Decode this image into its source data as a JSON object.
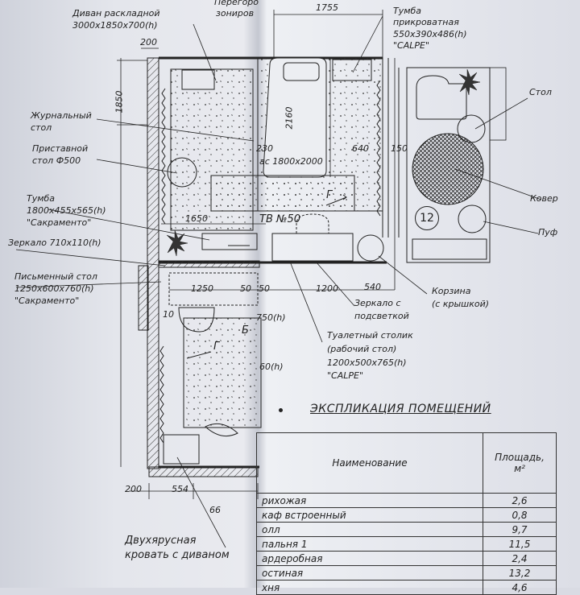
{
  "labels": {
    "sofa": "Диван раскладной",
    "sofa_size": "3000x1850x700(h)",
    "partition": "Перегоро",
    "partition2": "зониров",
    "nightstand": "Тумба",
    "nightstand2": "прикроватная",
    "nightstand_size": "550x390x486(h)",
    "nightstand_brand": "\"CALPE\"",
    "coffee_table": "Журнальный",
    "coffee_table2": "стол",
    "side_table": "Приставной",
    "side_table2": "стол Ф500",
    "tumba": "Тумба",
    "tumba_size": "1800x455x565(h)",
    "tumba_brand": "\"Сакраменто\"",
    "mirror": "Зеркало 710x110(h)",
    "desk": "Письменный стол",
    "desk_size": "1250x600x760(h)",
    "desk_brand": "\"Сакраменто\"",
    "table": "Стол",
    "carpet": "Ковер",
    "pouf": "Пуф",
    "basket": "Корзина",
    "basket2": "(с крышкой)",
    "lit_mirror": "Зеркало с",
    "lit_mirror2": "подсветкой",
    "vanity": "Туалетный столик",
    "vanity2": "(рабочий стол)",
    "vanity_size": "1200x500x765(h)",
    "vanity_brand": "\"CALPE\"",
    "bunk_bed": "Двухярусная",
    "bunk_bed2": "кровать с диваном",
    "tv": "ТВ №50",
    "bed_size": "ас 1800x2000",
    "room_g1": "Г",
    "room_g2": "Г",
    "room_b": "Б",
    "room_no": "12",
    "h750": "750(h)",
    "h760": "60(h)"
  },
  "dims": {
    "d1755": "1755",
    "d200a": "200",
    "d1850": "1850",
    "d2160": "2160",
    "d230": "230",
    "d640": "640",
    "d150": "150",
    "d1650": "1650",
    "d1250": "1250",
    "d50a": "50",
    "d50b": "50",
    "d1200": "1200",
    "d540": "540",
    "d10": "10",
    "d200b": "200",
    "d554": "554",
    "d66": "66"
  },
  "explication": {
    "title": "ЭКСПЛИКАЦИЯ ПОМЕЩЕНИЙ",
    "header_name": "Наименование",
    "header_area": "Площадь,",
    "header_unit": "м²",
    "rows": [
      {
        "name": "рихожая",
        "area": "2,6"
      },
      {
        "name": "каф встроенный",
        "area": "0,8"
      },
      {
        "name": "олл",
        "area": "9,7"
      },
      {
        "name": "пальня 1",
        "area": "11,5"
      },
      {
        "name": "ардеробная",
        "area": "2,4"
      },
      {
        "name": "остиная",
        "area": "13,2"
      },
      {
        "name": "хня",
        "area": "4,6"
      }
    ]
  }
}
